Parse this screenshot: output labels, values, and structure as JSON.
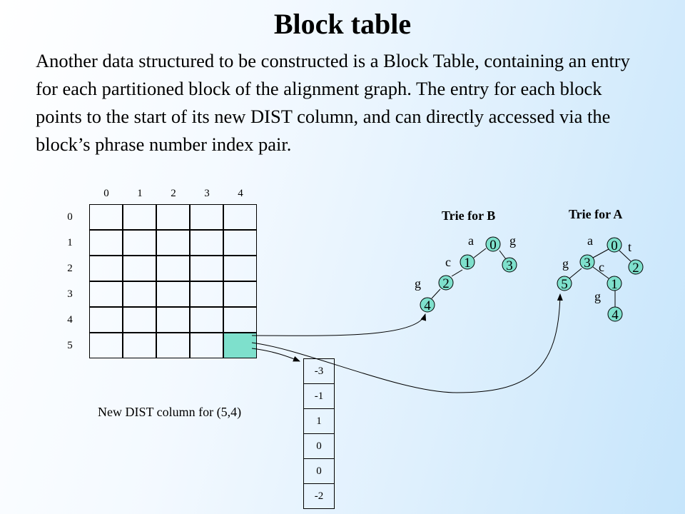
{
  "slide": {
    "title": "Block table",
    "paragraph": "Another data structured to be constructed is a Block Table, containing an entry for each partitioned block of the alignment graph. The entry for each block points to the start of its new DIST column, and can directly accessed via the block’s phrase number index pair."
  },
  "grid": {
    "column_labels": [
      "0",
      "1",
      "2",
      "3",
      "4"
    ],
    "row_labels": [
      "0",
      "1",
      "2",
      "3",
      "4",
      "5"
    ],
    "highlighted_cell": {
      "row": 5,
      "col": 4
    },
    "highlight_color": "#7ee0cc"
  },
  "dist_column": {
    "caption": "New DIST column for (5,4)",
    "values": [
      "-3",
      "-1",
      "1",
      "0",
      "0",
      "-2"
    ]
  },
  "tries": {
    "b": {
      "title": "Trie for B",
      "nodes": [
        "0",
        "1",
        "2",
        "3",
        "4"
      ],
      "edges": [
        {
          "from": "0",
          "to": "1",
          "label": "a"
        },
        {
          "from": "0",
          "to": "3",
          "label": "g"
        },
        {
          "from": "1",
          "to": "2",
          "label": "c"
        },
        {
          "from": "2",
          "to": "4",
          "label": "g"
        }
      ]
    },
    "a": {
      "title": "Trie for A",
      "nodes": [
        "0",
        "3",
        "2",
        "5",
        "1",
        "4"
      ],
      "edges": [
        {
          "from": "0",
          "to": "3",
          "label": "a"
        },
        {
          "from": "0",
          "to": "2",
          "label": "t"
        },
        {
          "from": "3",
          "to": "5",
          "label": "g"
        },
        {
          "from": "3",
          "to": "1",
          "label": "c"
        },
        {
          "from": "1",
          "to": "4",
          "label": "g"
        }
      ]
    }
  }
}
